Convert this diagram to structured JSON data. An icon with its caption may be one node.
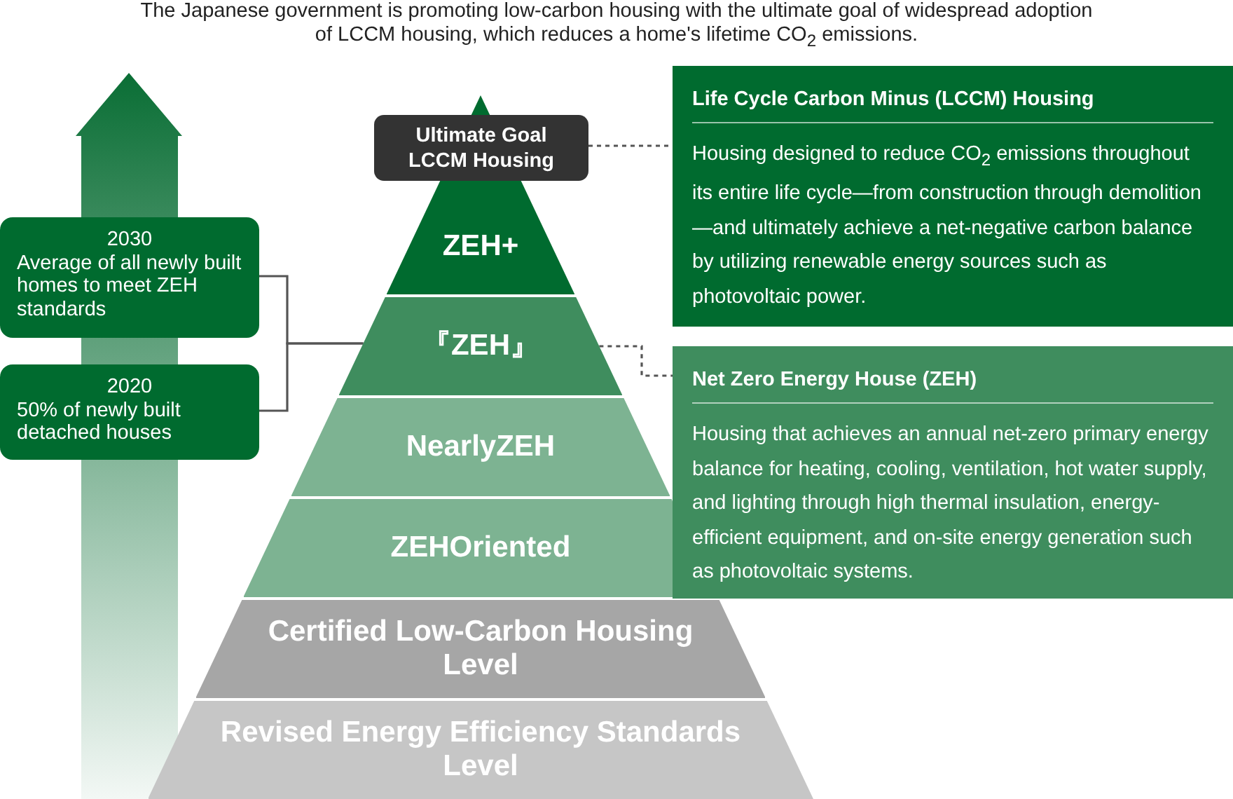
{
  "diagram": {
    "title": "The Japanese government is promoting low-carbon housing with the ultimate goal of widespread adoption of LCCM housing, which reduces a home's lifetime CO$_{2}$ emissions.",
    "nodes": [
      {
        "text": [
          "Ultimate Goal LCCM Housing"
        ]
      },
      {
        "text": [
          "ZEH+"
        ]
      },
      {
        "text": [
          "『ZEH』"
        ]
      },
      {
        "text": [
          "NearlyZEH"
        ]
      },
      {
        "text": [
          "ZEHOriented"
        ]
      },
      {
        "text": [
          "Certified Low-Carbon Housing Level"
        ]
      },
      {
        "text": [
          "Revised Energy Efficiency Standards Level"
        ]
      },
      {
        "text": [
          "Life Cycle Carbon Minus (LCCM) Housing",
          "Housing designed to reduce CO$_{2}$ emissions throughout its entire life cycle—from construction through demolition—and ultimately achieve a net-negative carbon balance by utilizing renewable energy sources such as photovoltaic power."
        ]
      },
      {
        "text": [
          "Net Zero Energy House (ZEH)",
          "Housing that achieves an annual net-zero primary energy balance for heating, cooling, ventilation, hot water supply, and lighting through high thermal insulation, energy-efficient equipment, and on-site energy generation such as photovoltaic systems."
        ]
      },
      {
        "text": [
          "2030",
          "Average of all newly built homes to meet ZEH standards"
        ]
      },
      {
        "text": [
          "2020",
          "50% of newly built detached houses"
        ]
      }
    ],
    "edges": [
      {
        "from": 0,
        "to": 7,
        "arrow": "none",
        "style": "dashed"
      },
      {
        "from": 2,
        "to": 8,
        "arrow": "none",
        "style": "dashed"
      },
      {
        "from": 9,
        "to": 2,
        "arrow": "none"
      },
      {
        "from": 10,
        "to": 2,
        "arrow": "none"
      }
    ]
  }
}
